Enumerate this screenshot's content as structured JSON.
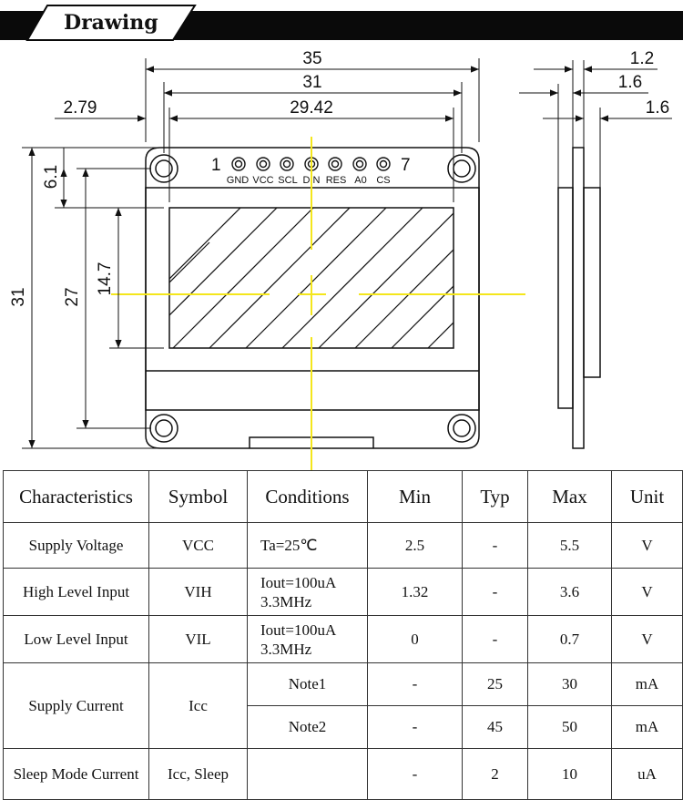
{
  "header": {
    "title": "Drawing"
  },
  "drawing": {
    "dims_top": {
      "overall_width": "35",
      "hole_spacing": "31",
      "display_width": "29.42",
      "hole_offset": "2.79"
    },
    "dims_side": {
      "thickness_total": "1.2",
      "glass": "1.6",
      "pcb": "1.6"
    },
    "dims_left": {
      "overall_height": "31",
      "inner_height": "27",
      "display_height": "14.7",
      "top_offset": "6.1"
    },
    "pins": {
      "first": "1",
      "last": "7",
      "labels": [
        "GND",
        "VCC",
        "SCL",
        "DIN",
        "RES",
        "A0",
        "CS"
      ]
    }
  },
  "table": {
    "headers": [
      "Characteristics",
      "Symbol",
      "Conditions",
      "Min",
      "Typ",
      "Max",
      "Unit"
    ],
    "rows": {
      "supply_voltage": {
        "name": "Supply Voltage",
        "symbol": "VCC",
        "conditions": "Ta=25℃",
        "min": "2.5",
        "typ": "-",
        "max": "5.5",
        "unit": "V"
      },
      "high_input": {
        "name": "High Level Input",
        "symbol": "VIH",
        "conditions_1": "Iout=100uA",
        "conditions_2": "3.3MHz",
        "min": "1.32",
        "typ": "-",
        "max": "3.6",
        "unit": "V"
      },
      "low_input": {
        "name": "Low Level Input",
        "symbol": "VIL",
        "conditions_1": "Iout=100uA",
        "conditions_2": "3.3MHz",
        "min": "0",
        "typ": "-",
        "max": "0.7",
        "unit": "V"
      },
      "supply_current": {
        "name": "Supply Current",
        "symbol": "Icc",
        "note1": {
          "conditions": "Note1",
          "min": "-",
          "typ": "25",
          "max": "30",
          "unit": "mA"
        },
        "note2": {
          "conditions": "Note2",
          "min": "-",
          "typ": "45",
          "max": "50",
          "unit": "mA"
        }
      },
      "sleep_current": {
        "name": "Sleep Mode Current",
        "symbol": "Icc, Sleep",
        "conditions": "",
        "min": "-",
        "typ": "2",
        "max": "10",
        "unit": "uA"
      }
    }
  }
}
